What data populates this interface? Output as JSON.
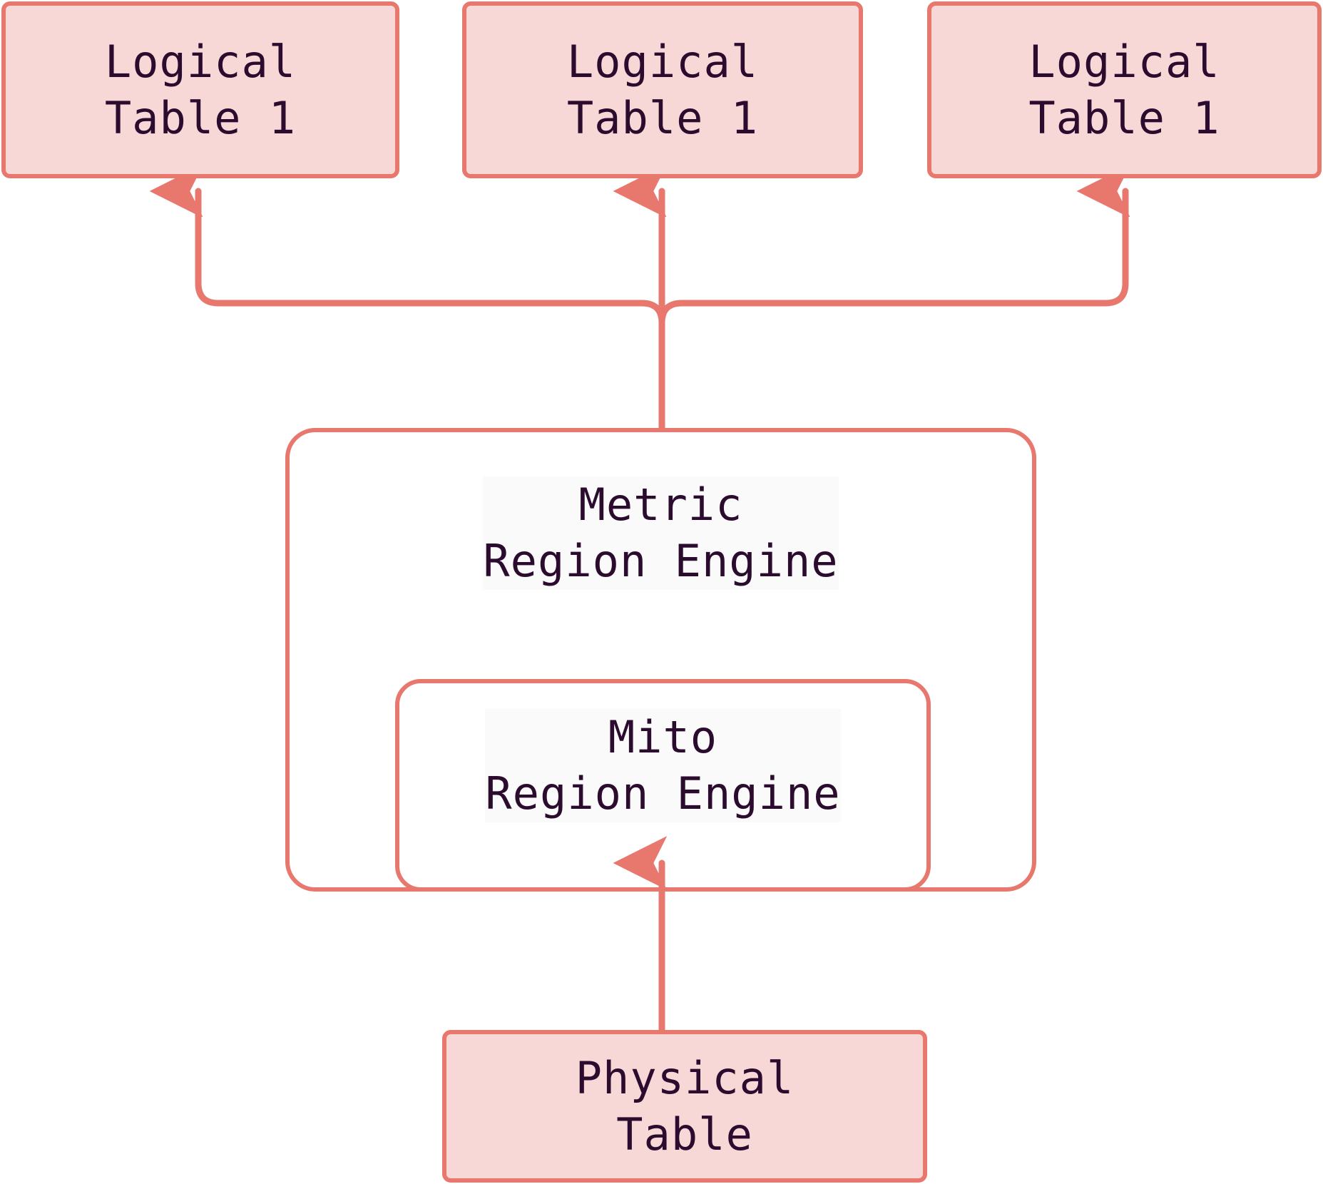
{
  "diagram": {
    "title": "Metric Region Engine layering over Mito Region Engine",
    "type": "block-architecture-diagram",
    "colors": {
      "node_fill": "#f8d7d7",
      "node_stroke": "#e8776e",
      "connector": "#e8776e",
      "text": "#2b0b2e",
      "background": "#ffffff",
      "label_highlight": "#fafafa"
    },
    "nodes": [
      {
        "id": "logical-table-1",
        "line1": "Logical",
        "line2": "Table 1",
        "shape": "rounded-rect",
        "style": "filled"
      },
      {
        "id": "logical-table-2",
        "line1": "Logical",
        "line2": "Table 1",
        "shape": "rounded-rect",
        "style": "filled"
      },
      {
        "id": "logical-table-3",
        "line1": "Logical",
        "line2": "Table 1",
        "shape": "rounded-rect",
        "style": "filled"
      },
      {
        "id": "metric-region-engine",
        "line1": "Metric",
        "line2": "Region Engine",
        "shape": "rounded-rect",
        "style": "group-outline"
      },
      {
        "id": "mito-region-engine",
        "line1": "Mito",
        "line2": "Region Engine",
        "shape": "rounded-rect",
        "style": "group-outline-nested"
      },
      {
        "id": "physical-table",
        "line1": "Physical",
        "line2": "Table",
        "shape": "rounded-rect",
        "style": "filled"
      }
    ],
    "edges": [
      {
        "id": "edge-metric-to-logical-1",
        "from": "metric-region-engine",
        "to": "logical-table-1",
        "arrowhead": "to",
        "routing": "orthogonal-rounded"
      },
      {
        "id": "edge-metric-to-logical-2",
        "from": "metric-region-engine",
        "to": "logical-table-2",
        "arrowhead": "to",
        "routing": "straight"
      },
      {
        "id": "edge-metric-to-logical-3",
        "from": "metric-region-engine",
        "to": "logical-table-3",
        "arrowhead": "to",
        "routing": "orthogonal-rounded"
      },
      {
        "id": "edge-physical-to-mito",
        "from": "physical-table",
        "to": "mito-region-engine",
        "arrowhead": "to",
        "routing": "straight"
      }
    ]
  }
}
